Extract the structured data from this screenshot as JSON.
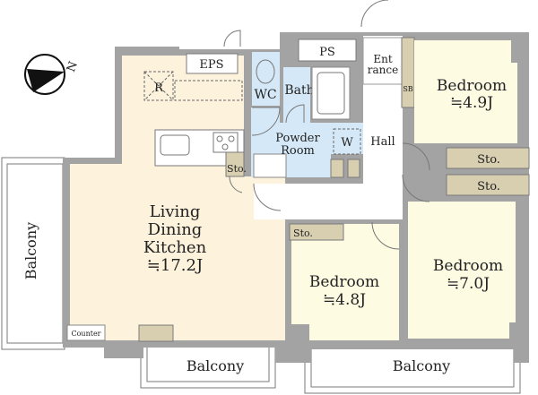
{
  "compass": {
    "label": "N"
  },
  "rooms": {
    "ldk": {
      "line1": "Living",
      "line2": "Dining",
      "line3": "Kitchen",
      "size": "≒17.2J"
    },
    "bedroom1": {
      "name": "Bedroom",
      "size": "≒4.9J"
    },
    "bedroom2": {
      "name": "Bedroom",
      "size": "≒7.0J"
    },
    "bedroom3": {
      "name": "Bedroom",
      "size": "≒4.8J"
    },
    "wc": "WC",
    "bath": "Bath",
    "powder": {
      "line1": "Powder",
      "line2": "Room"
    },
    "washer": "W",
    "hall": "Hall",
    "entrance": {
      "line1": "Ent",
      "line2": "rance"
    },
    "shoe_box": "SB",
    "eps": "EPS",
    "ps": "PS",
    "fridge": "R",
    "counter": "Counter",
    "storage": [
      "Sto.",
      "Sto.",
      "Sto.",
      "Sto."
    ],
    "balconies": [
      "Balcony",
      "Balcony",
      "Balcony"
    ]
  },
  "colors": {
    "wall": "#a3a3a3",
    "ldk": "#fdf2dc",
    "bedroom": "#fdfbe2",
    "wet": "#d5e8f7",
    "storage": "#d8ceb0"
  }
}
